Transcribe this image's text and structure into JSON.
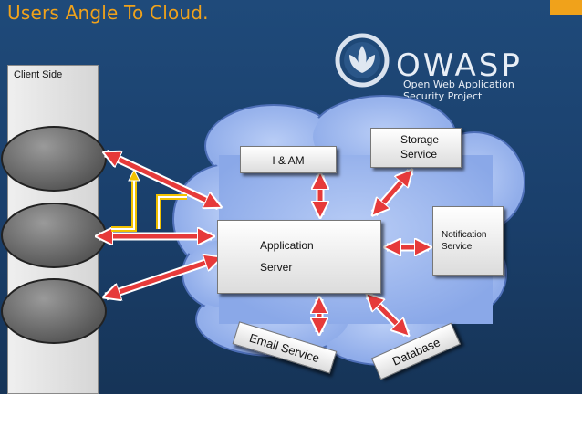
{
  "title": "Users Angle To Cloud.",
  "logo": {
    "wordmark": "OWASP",
    "tagline_line1": "Open Web Application",
    "tagline_line2": "Security Project"
  },
  "client_side": {
    "label": "Client Side"
  },
  "nodes": {
    "iam": "I & AM",
    "storage_line1": "Storage",
    "storage_line2": "Service",
    "app_line1": "Application",
    "app_line2": "Server",
    "notification_line1": "Notification",
    "notification_line2": "Service",
    "email": "Email Service",
    "database": "Database"
  },
  "colors": {
    "background": "#1f4a7a",
    "title": "#f0a21b",
    "cloud": "#9ab6ef",
    "arrow_fill": "#e63a3a",
    "arrow_stroke": "#ffffff",
    "signal": "#f2c200"
  }
}
